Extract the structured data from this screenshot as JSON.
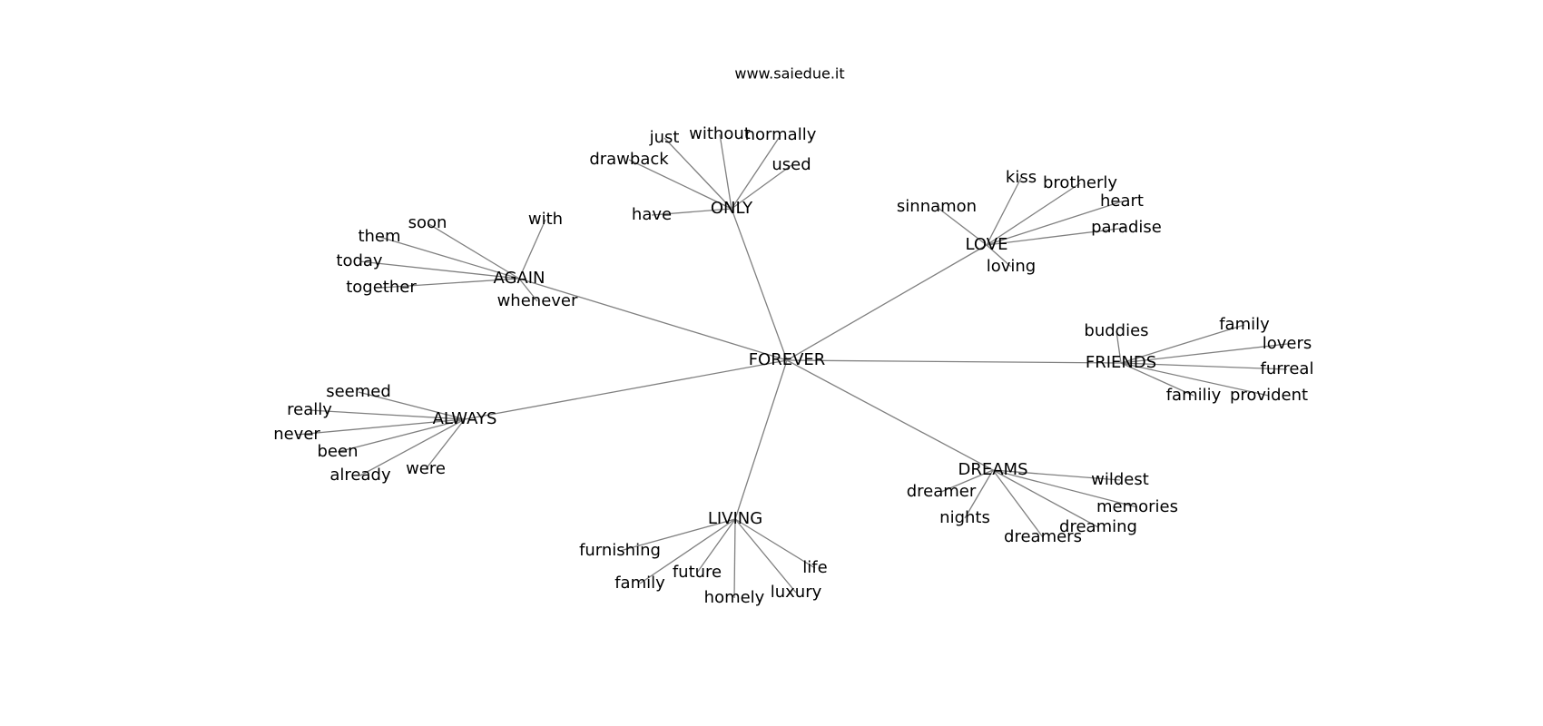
{
  "page": {
    "title": "www.saiedue.it"
  },
  "graph": {
    "nodes": [
      {
        "id": "FOREVER",
        "label": "FOREVER"
      },
      {
        "id": "ONLY",
        "label": "ONLY"
      },
      {
        "id": "AGAIN",
        "label": "AGAIN"
      },
      {
        "id": "ALWAYS",
        "label": "ALWAYS"
      },
      {
        "id": "LIVING",
        "label": "LIVING"
      },
      {
        "id": "DREAMS",
        "label": "DREAMS"
      },
      {
        "id": "FRIENDS",
        "label": "FRIENDS"
      },
      {
        "id": "LOVE",
        "label": "LOVE"
      },
      {
        "id": "just",
        "label": "just"
      },
      {
        "id": "without",
        "label": "without"
      },
      {
        "id": "normally",
        "label": "normally"
      },
      {
        "id": "drawback",
        "label": "drawback"
      },
      {
        "id": "used",
        "label": "used"
      },
      {
        "id": "have",
        "label": "have"
      },
      {
        "id": "soon",
        "label": "soon"
      },
      {
        "id": "with",
        "label": "with"
      },
      {
        "id": "them",
        "label": "them"
      },
      {
        "id": "today",
        "label": "today"
      },
      {
        "id": "together",
        "label": "together"
      },
      {
        "id": "whenever",
        "label": "whenever"
      },
      {
        "id": "seemed",
        "label": "seemed"
      },
      {
        "id": "really",
        "label": "really"
      },
      {
        "id": "never",
        "label": "never"
      },
      {
        "id": "been",
        "label": "been"
      },
      {
        "id": "already",
        "label": "already"
      },
      {
        "id": "were",
        "label": "were"
      },
      {
        "id": "furnishing",
        "label": "furnishing"
      },
      {
        "id": "family_living",
        "label": "family"
      },
      {
        "id": "future",
        "label": "future"
      },
      {
        "id": "homely",
        "label": "homely"
      },
      {
        "id": "luxury",
        "label": "luxury"
      },
      {
        "id": "life",
        "label": "life"
      },
      {
        "id": "dreamer",
        "label": "dreamer"
      },
      {
        "id": "nights",
        "label": "nights"
      },
      {
        "id": "dreamers",
        "label": "dreamers"
      },
      {
        "id": "dreaming",
        "label": "dreaming"
      },
      {
        "id": "memories",
        "label": "memories"
      },
      {
        "id": "wildest",
        "label": "wildest"
      },
      {
        "id": "buddies",
        "label": "buddies"
      },
      {
        "id": "family_friends",
        "label": "family"
      },
      {
        "id": "lovers",
        "label": "lovers"
      },
      {
        "id": "furreal",
        "label": "furreal"
      },
      {
        "id": "familiy",
        "label": "familiy"
      },
      {
        "id": "provident",
        "label": "provident"
      },
      {
        "id": "kiss",
        "label": "kiss"
      },
      {
        "id": "brotherly",
        "label": "brotherly"
      },
      {
        "id": "heart",
        "label": "heart"
      },
      {
        "id": "sinnamon",
        "label": "sinnamon"
      },
      {
        "id": "paradise",
        "label": "paradise"
      },
      {
        "id": "loving",
        "label": "loving"
      }
    ],
    "edges": [
      [
        "FOREVER",
        "ONLY"
      ],
      [
        "FOREVER",
        "AGAIN"
      ],
      [
        "FOREVER",
        "ALWAYS"
      ],
      [
        "FOREVER",
        "LIVING"
      ],
      [
        "FOREVER",
        "DREAMS"
      ],
      [
        "FOREVER",
        "FRIENDS"
      ],
      [
        "FOREVER",
        "LOVE"
      ],
      [
        "ONLY",
        "just"
      ],
      [
        "ONLY",
        "without"
      ],
      [
        "ONLY",
        "normally"
      ],
      [
        "ONLY",
        "drawback"
      ],
      [
        "ONLY",
        "used"
      ],
      [
        "ONLY",
        "have"
      ],
      [
        "AGAIN",
        "soon"
      ],
      [
        "AGAIN",
        "with"
      ],
      [
        "AGAIN",
        "them"
      ],
      [
        "AGAIN",
        "today"
      ],
      [
        "AGAIN",
        "together"
      ],
      [
        "AGAIN",
        "whenever"
      ],
      [
        "ALWAYS",
        "seemed"
      ],
      [
        "ALWAYS",
        "really"
      ],
      [
        "ALWAYS",
        "never"
      ],
      [
        "ALWAYS",
        "been"
      ],
      [
        "ALWAYS",
        "already"
      ],
      [
        "ALWAYS",
        "were"
      ],
      [
        "LIVING",
        "furnishing"
      ],
      [
        "LIVING",
        "family_living"
      ],
      [
        "LIVING",
        "future"
      ],
      [
        "LIVING",
        "homely"
      ],
      [
        "LIVING",
        "luxury"
      ],
      [
        "LIVING",
        "life"
      ],
      [
        "DREAMS",
        "dreamer"
      ],
      [
        "DREAMS",
        "nights"
      ],
      [
        "DREAMS",
        "dreamers"
      ],
      [
        "DREAMS",
        "dreaming"
      ],
      [
        "DREAMS",
        "memories"
      ],
      [
        "DREAMS",
        "wildest"
      ],
      [
        "FRIENDS",
        "buddies"
      ],
      [
        "FRIENDS",
        "family_friends"
      ],
      [
        "FRIENDS",
        "lovers"
      ],
      [
        "FRIENDS",
        "furreal"
      ],
      [
        "FRIENDS",
        "familiy"
      ],
      [
        "FRIENDS",
        "provident"
      ],
      [
        "LOVE",
        "kiss"
      ],
      [
        "LOVE",
        "brotherly"
      ],
      [
        "LOVE",
        "heart"
      ],
      [
        "LOVE",
        "sinnamon"
      ],
      [
        "LOVE",
        "paradise"
      ],
      [
        "LOVE",
        "loving"
      ]
    ]
  },
  "colors": {
    "edge": "#808080",
    "text": "#000000",
    "background": "#ffffff"
  }
}
